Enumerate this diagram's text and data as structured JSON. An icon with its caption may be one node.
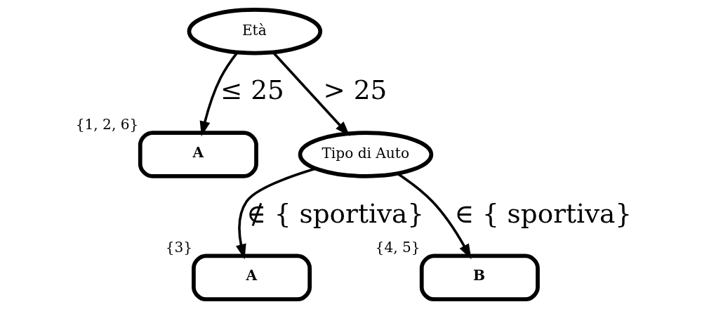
{
  "diagram": {
    "nodes": [
      {
        "text": [
          "Età"
        ]
      },
      {
        "text": [
          "A"
        ],
        "beside": [
          "{1, 2, 6}"
        ]
      },
      {
        "text": [
          "Tipo di Auto"
        ]
      },
      {
        "text": [
          "A"
        ],
        "beside": [
          "{3}"
        ]
      },
      {
        "text": [
          "B"
        ],
        "beside": [
          "{4, 5}"
        ]
      }
    ],
    "edges": [
      {
        "from": 0,
        "to": 1,
        "arrow": "to",
        "label": "≤ 25"
      },
      {
        "from": 0,
        "to": 2,
        "arrow": "to",
        "label": "> 25"
      },
      {
        "from": 2,
        "to": 3,
        "arrow": "to",
        "label": "∉ { sportiva}"
      },
      {
        "from": 2,
        "to": 4,
        "arrow": "to",
        "label": "∈ { sportiva}"
      }
    ]
  }
}
